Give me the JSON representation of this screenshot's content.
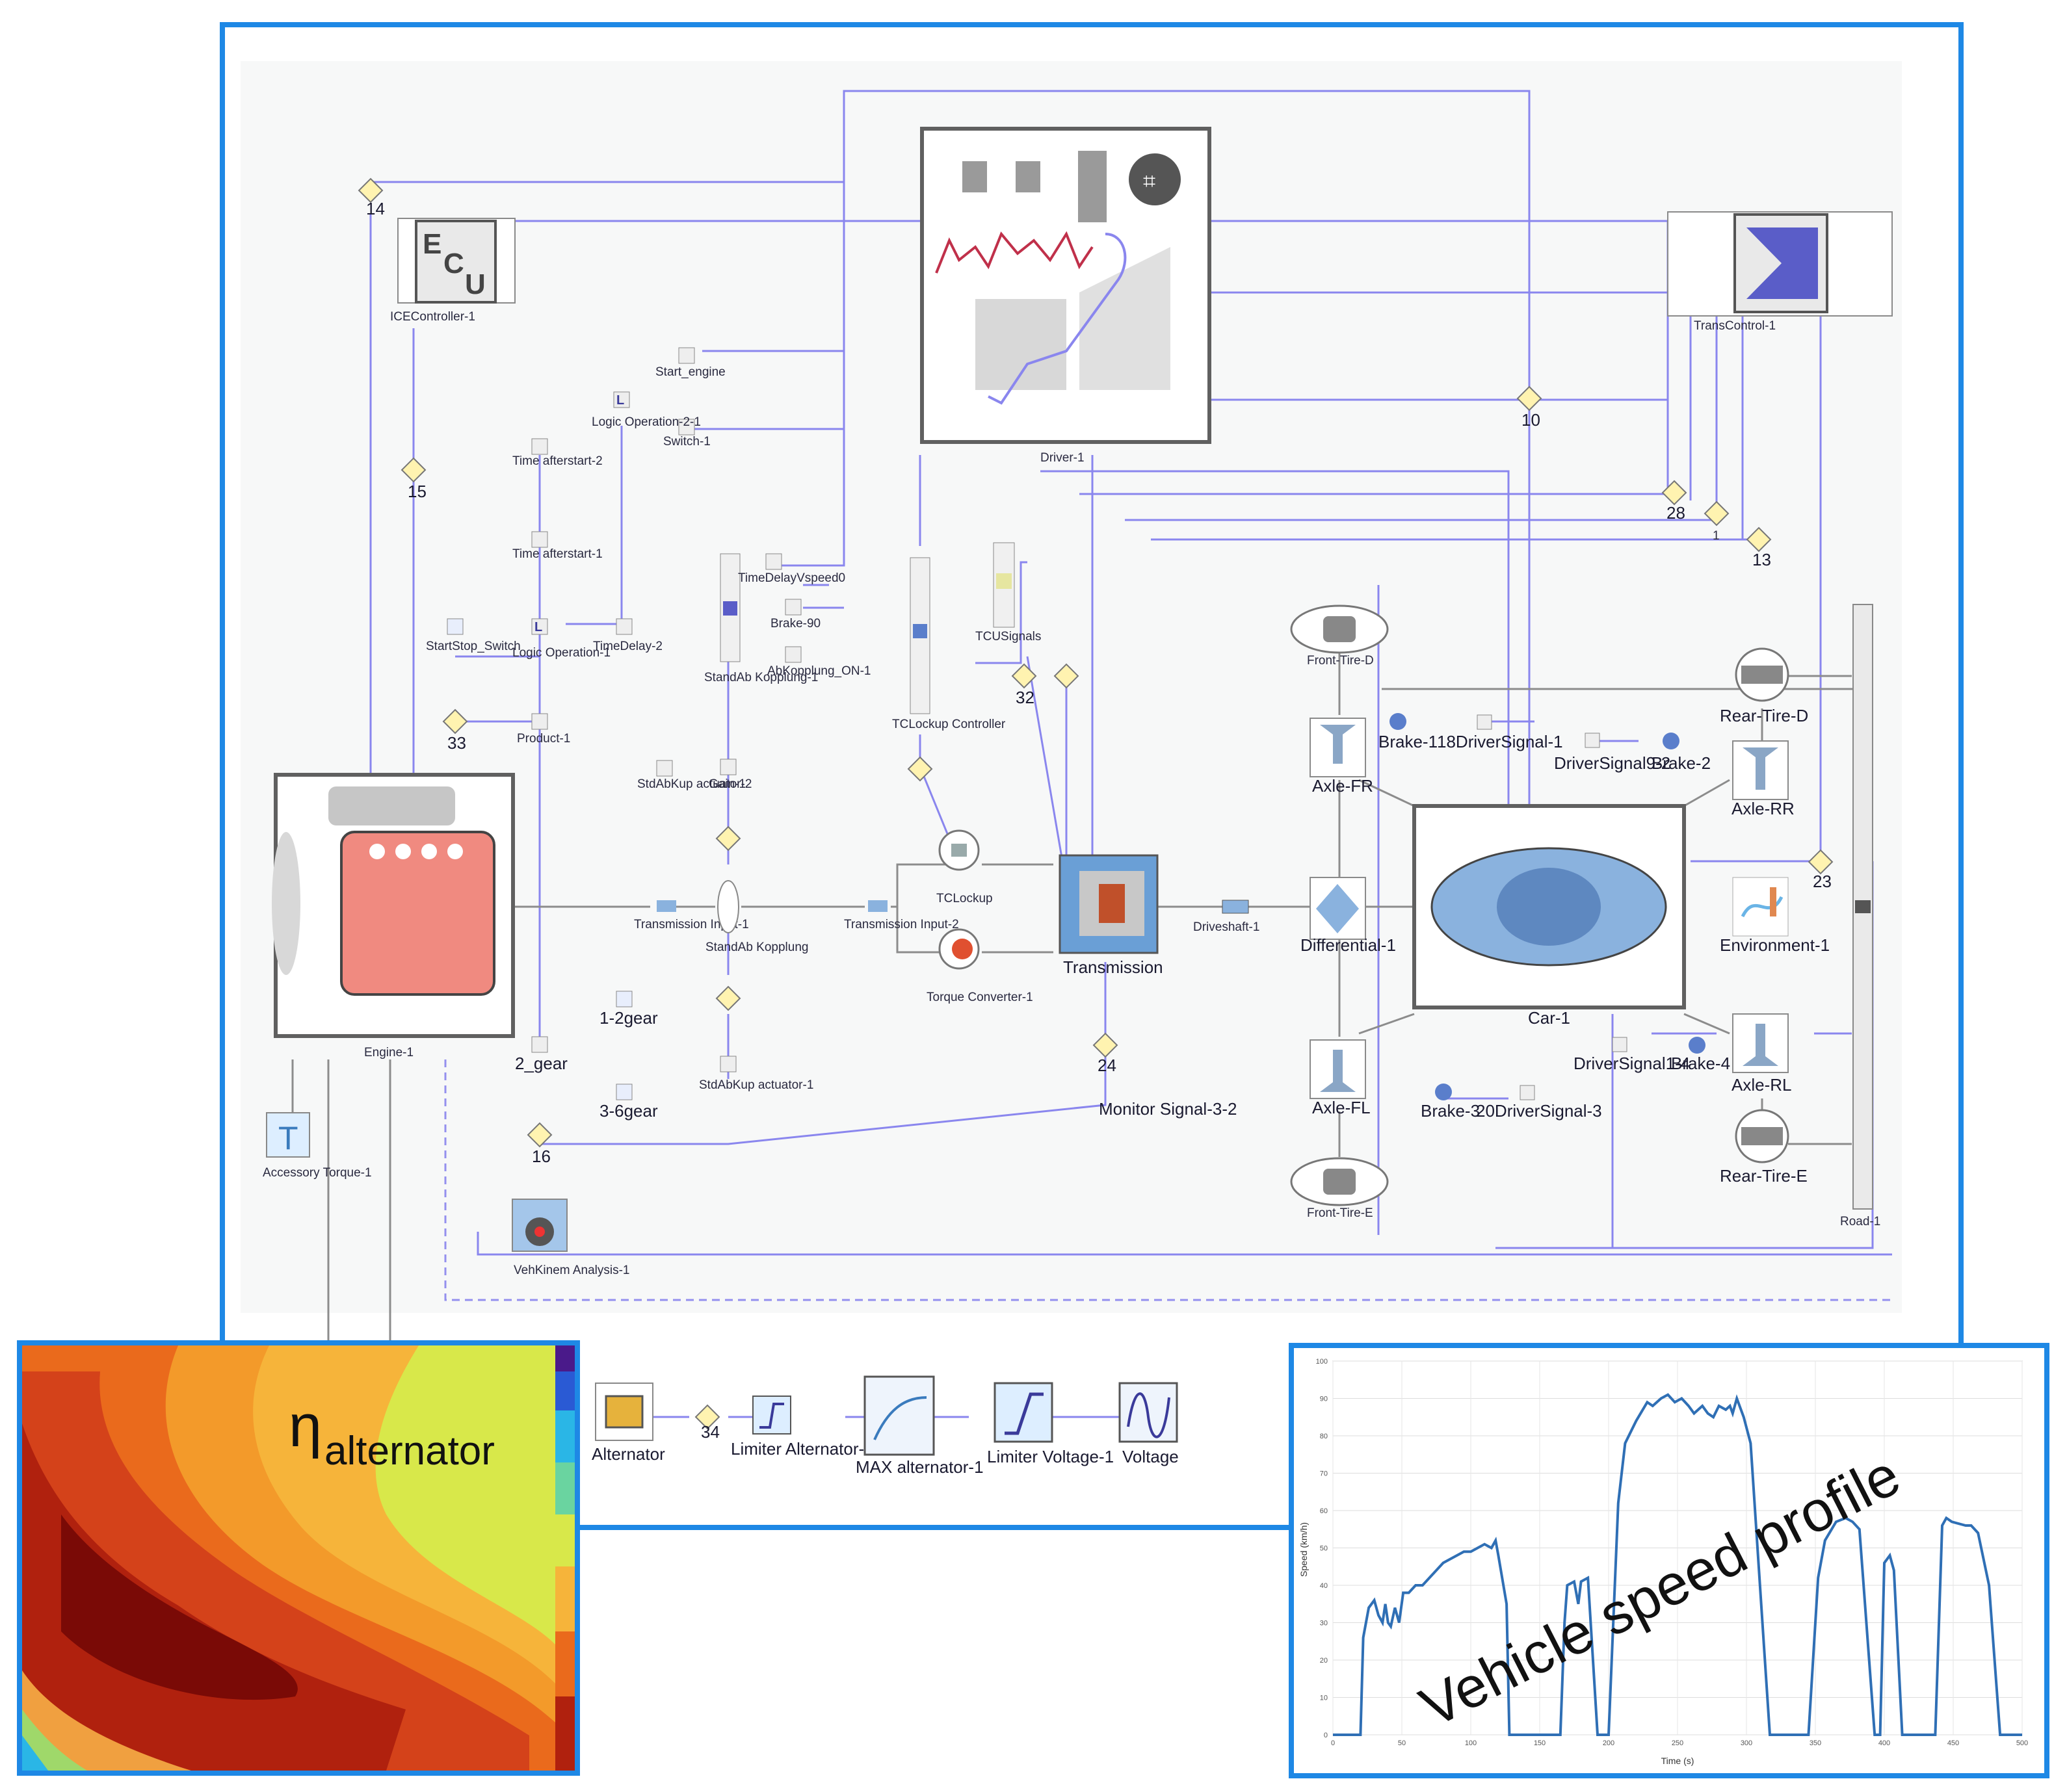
{
  "labels": {
    "ecu_tag": "ECU",
    "ecu_name": "ICEController-1",
    "driver": "Driver-1",
    "trans_control": "TransControl-1",
    "engine": "Engine-1",
    "transmission": "Transmission",
    "car": "Car-1",
    "road": "Road-1",
    "differential": "Differential-1",
    "driveshaft": "Driveshaft-1",
    "front_tire_d": "Front-Tire-D",
    "front_tire_e": "Front-Tire-E",
    "rear_tire_d": "Rear-Tire-D",
    "rear_tire_e": "Rear-Tire-E",
    "axle_fr": "Axle-FR",
    "axle_rr": "Axle-RR",
    "axle_fl": "Axle-FL",
    "axle_rl": "Axle-RL",
    "brake1": "Brake-1",
    "brake2": "Brake-2",
    "brake3": "Brake-3",
    "brake4": "Brake-4",
    "driver_signal1": "18DriverSignal-1",
    "driver_signal2": "DriverSignal9-2",
    "driver_signal3": "20DriverSignal-3",
    "driver_signal4": "DriverSignal1-4",
    "environment": "Environment-1",
    "tclockup": "TCLockup",
    "torque_converter": "Torque Converter-1",
    "tclockup_controller": "TCLockup Controller",
    "tcusignals": "TCUSignals",
    "transmission_input1": "Transmission Input-1",
    "transmission_input2": "Transmission Input-2",
    "standab_kopplung": "StandAb Kopplung",
    "standab_kopplung1": "StandAb Kopplung-1",
    "abkopplung_on": "AbKopplung_ON-1",
    "brake90": "Brake-90",
    "timedelay_vspeed": "TimeDelayVspeed0",
    "timedelay2": "TimeDelay-2",
    "gain1": "Gain-1",
    "stdabkup_act2": "StdAbKup actuator-2",
    "stdabkup_act1": "StdAbKup actuator-1",
    "start_engine": "Start_engine",
    "switch1": "Switch-1",
    "logic_op2": "Logic Operation-2-1",
    "logic_op1": "Logic Operation-1",
    "time_after2": "Time afterstart-2",
    "time_after1": "Time afterstart-1",
    "startstop": "StartStop_Switch",
    "product": "Product-1",
    "gear12": "1-2gear",
    "gear2": "2_gear",
    "gear36": "3-6gear",
    "accessory": "Accessory Torque-1",
    "vehkinem": "VehKinem Analysis-1",
    "monitor": "Monitor Signal-3-2",
    "alternator": "Alternator",
    "limiter_alt": "Limiter Alternator-1",
    "max_alt": "MAX alternator-1",
    "limiter_volt": "Limiter Voltage-1",
    "voltage": "Voltage",
    "n14": "14",
    "n15": "15",
    "n33": "33",
    "n10": "10",
    "n28": "28",
    "n13": "13",
    "n32": "32",
    "n23": "23",
    "n24": "24",
    "n16": "16",
    "n34": "34",
    "n1": "1"
  },
  "insets": {
    "efficiency_symbol": "η",
    "efficiency_subscript": "alternator",
    "speed_title": "Vehicle speed profile"
  },
  "chart_data": {
    "type": "line",
    "title": "",
    "xlabel": "Time (s)",
    "ylabel": "Speed (km/h)",
    "xlim": [
      0,
      500
    ],
    "ylim": [
      0,
      100
    ],
    "x_ticks": [
      0,
      50,
      100,
      150,
      200,
      250,
      300,
      350,
      400,
      450,
      500
    ],
    "y_ticks": [
      0,
      10,
      20,
      30,
      40,
      50,
      60,
      70,
      80,
      90,
      100
    ],
    "grid": true,
    "series": [
      {
        "x": [
          0,
          20,
          22,
          26,
          30,
          33,
          36,
          38,
          40,
          42,
          45,
          48,
          51,
          55,
          60,
          65,
          70,
          80,
          95,
          100,
          105,
          110,
          115,
          118,
          120,
          126,
          128,
          140,
          160,
          165,
          168,
          170,
          175,
          178,
          180,
          185,
          192,
          200,
          207,
          212,
          220,
          228,
          232,
          238,
          243,
          248,
          253,
          258,
          262,
          268,
          272,
          276,
          280,
          285,
          288,
          290,
          293,
          298,
          303,
          308,
          313,
          317,
          322,
          345,
          352,
          357,
          365,
          372,
          377,
          382,
          393,
          397,
          400,
          404,
          407,
          413,
          418,
          423,
          428,
          437,
          442,
          445,
          449,
          459,
          463,
          468,
          476,
          484,
          490,
          494,
          500
        ],
        "y": [
          0,
          0,
          26,
          34,
          36,
          32,
          30,
          35,
          30,
          29,
          34,
          30,
          38,
          38,
          40,
          40,
          42,
          46,
          49,
          49,
          50,
          51,
          50,
          52,
          48,
          35,
          0,
          0,
          0,
          0,
          30,
          40,
          41,
          35,
          41,
          42,
          0,
          0,
          62,
          78,
          84,
          89,
          88,
          90,
          91,
          89,
          90,
          88,
          86,
          88,
          86,
          85,
          88,
          87,
          88,
          86,
          90,
          85,
          78,
          50,
          22,
          0,
          0,
          0,
          42,
          52,
          57,
          58,
          57,
          55,
          0,
          0,
          46,
          48,
          44,
          0,
          0,
          0,
          0,
          0,
          56,
          58,
          57,
          56,
          56,
          54,
          40,
          0,
          0,
          0,
          0
        ]
      }
    ]
  }
}
